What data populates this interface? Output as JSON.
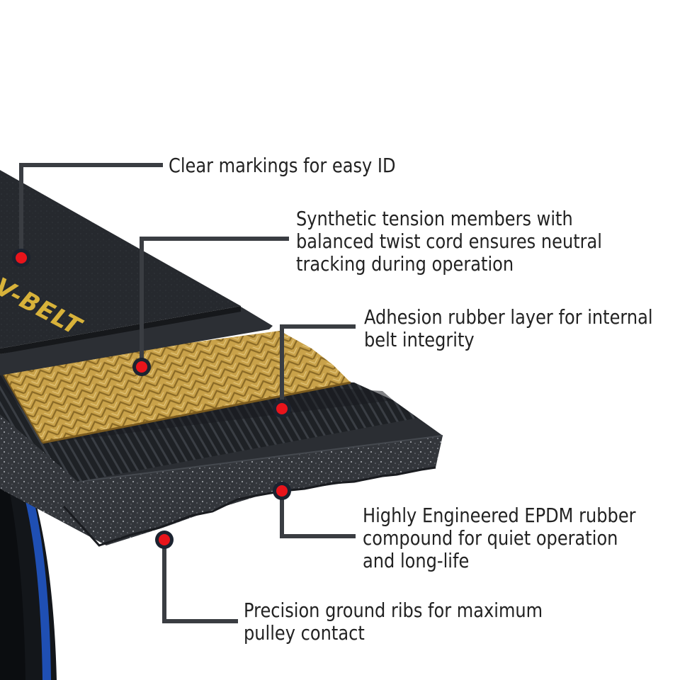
{
  "colors": {
    "background": "#ffffff",
    "leader_line": "#3a3d42",
    "marker_fill": "#e8141b",
    "marker_ring": "#1c2330",
    "cord": "#c9a24a",
    "belt_top": "#25282d",
    "rib_speckle": "#7d8087",
    "pulley_blue": "#1f4fb3",
    "text": "#222222"
  },
  "belt": {
    "brand_text": "V-BELT"
  },
  "callouts": [
    {
      "lines": [
        "Clear markings for easy ID"
      ]
    },
    {
      "lines": [
        "Synthetic tension members with",
        "balanced twist cord ensures neutral",
        "tracking during operation"
      ]
    },
    {
      "lines": [
        "Adhesion rubber layer for internal",
        "belt integrity"
      ]
    },
    {
      "lines": [
        "Highly Engineered EPDM rubber",
        "compound for quiet operation",
        "and long-life"
      ]
    },
    {
      "lines": [
        "Precision ground ribs for maximum",
        "pulley contact"
      ]
    }
  ]
}
